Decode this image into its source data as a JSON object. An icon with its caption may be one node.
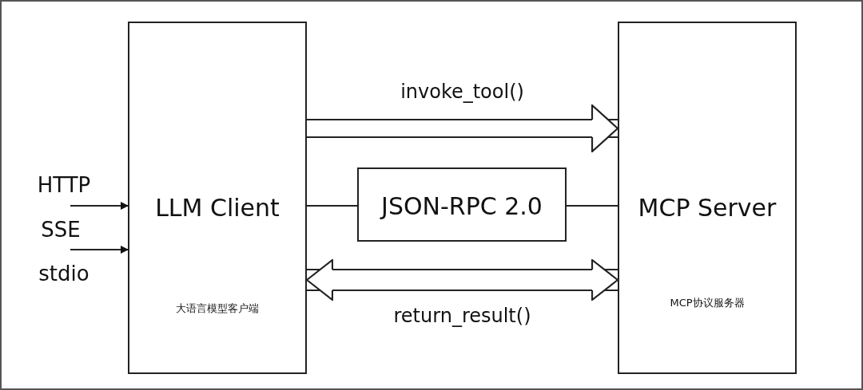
{
  "diagram": {
    "nodes": [
      {
        "text": [
          "LLM Client",
          "大语言模型客户端"
        ]
      },
      {
        "text": [
          "MCP Server",
          "MCP协议服务器"
        ]
      },
      {
        "text": [
          "JSON-RPC 2.0"
        ]
      }
    ],
    "edges": [
      {
        "from": 0,
        "to": 1,
        "arrow": "to",
        "label": "invoke_tool()",
        "style": "thick"
      },
      {
        "from": 0,
        "to": 1,
        "arrow": "both",
        "label": "return_result()",
        "style": "thick"
      },
      {
        "from": 0,
        "to": 2,
        "arrow": "none"
      },
      {
        "from": 2,
        "to": 1,
        "arrow": "none"
      },
      {
        "from": null,
        "to": 0,
        "arrow": "to"
      },
      {
        "from": null,
        "to": 0,
        "arrow": "to"
      }
    ],
    "labels": [
      "HTTP",
      "SSE",
      "stdio"
    ]
  }
}
